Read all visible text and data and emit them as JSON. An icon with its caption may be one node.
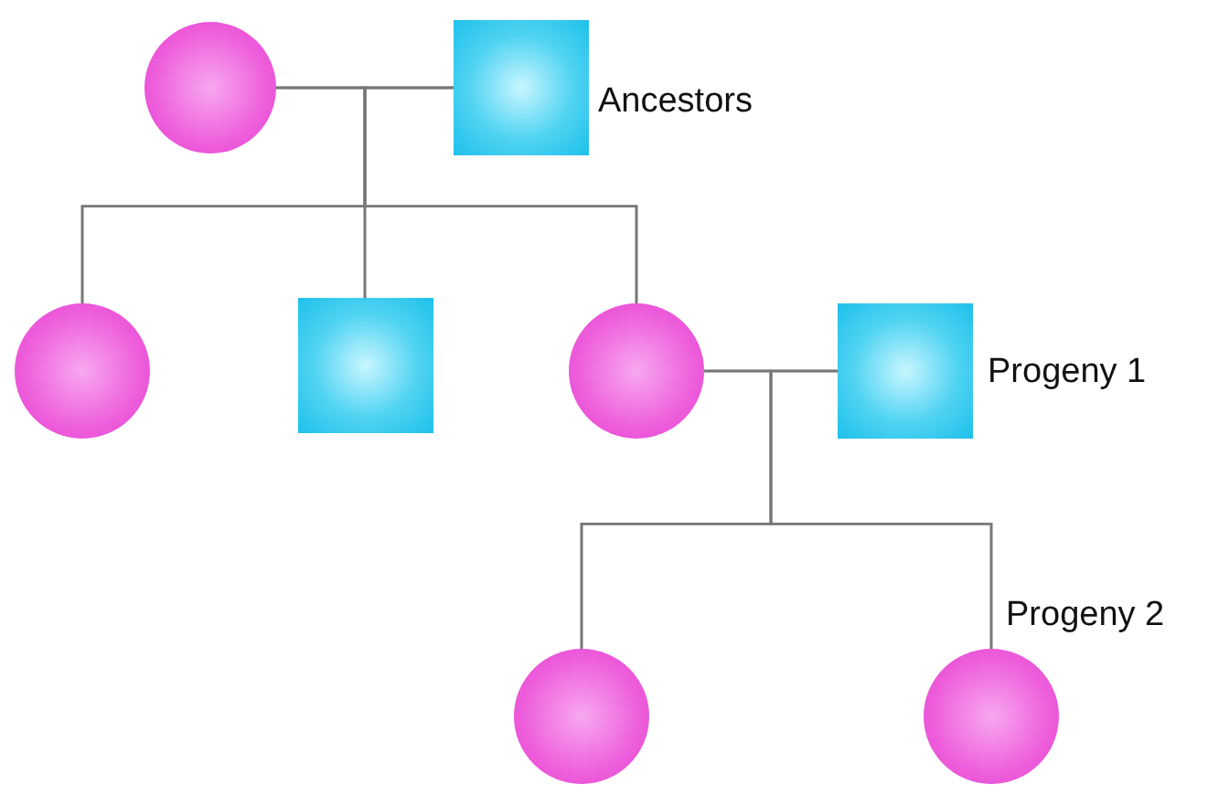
{
  "diagram": {
    "nodes": [
      {
        "text": [],
        "shape": "circle"
      },
      {
        "text": [],
        "shape": "box",
        "beside": [
          "Ancestors"
        ]
      },
      {
        "text": [],
        "shape": "circle"
      },
      {
        "text": [],
        "shape": "box"
      },
      {
        "text": [],
        "shape": "circle"
      },
      {
        "text": [],
        "shape": "box",
        "beside": [
          "Progeny 1"
        ]
      },
      {
        "text": [],
        "shape": "circle"
      },
      {
        "text": [],
        "shape": "circle",
        "beside": [
          "Progeny 2"
        ]
      }
    ],
    "edges": [
      {
        "from": 0,
        "to": 1,
        "arrow": "none"
      },
      {
        "from": 0,
        "to": 2,
        "arrow": "none"
      },
      {
        "from": 0,
        "to": 3,
        "arrow": "none"
      },
      {
        "from": 0,
        "to": 4,
        "arrow": "none"
      },
      {
        "from": 1,
        "to": 2,
        "arrow": "none"
      },
      {
        "from": 1,
        "to": 3,
        "arrow": "none"
      },
      {
        "from": 1,
        "to": 4,
        "arrow": "none"
      },
      {
        "from": 4,
        "to": 5,
        "arrow": "none"
      },
      {
        "from": 4,
        "to": 6,
        "arrow": "none"
      },
      {
        "from": 4,
        "to": 7,
        "arrow": "none"
      },
      {
        "from": 5,
        "to": 6,
        "arrow": "none"
      },
      {
        "from": 5,
        "to": 7,
        "arrow": "none"
      }
    ]
  }
}
